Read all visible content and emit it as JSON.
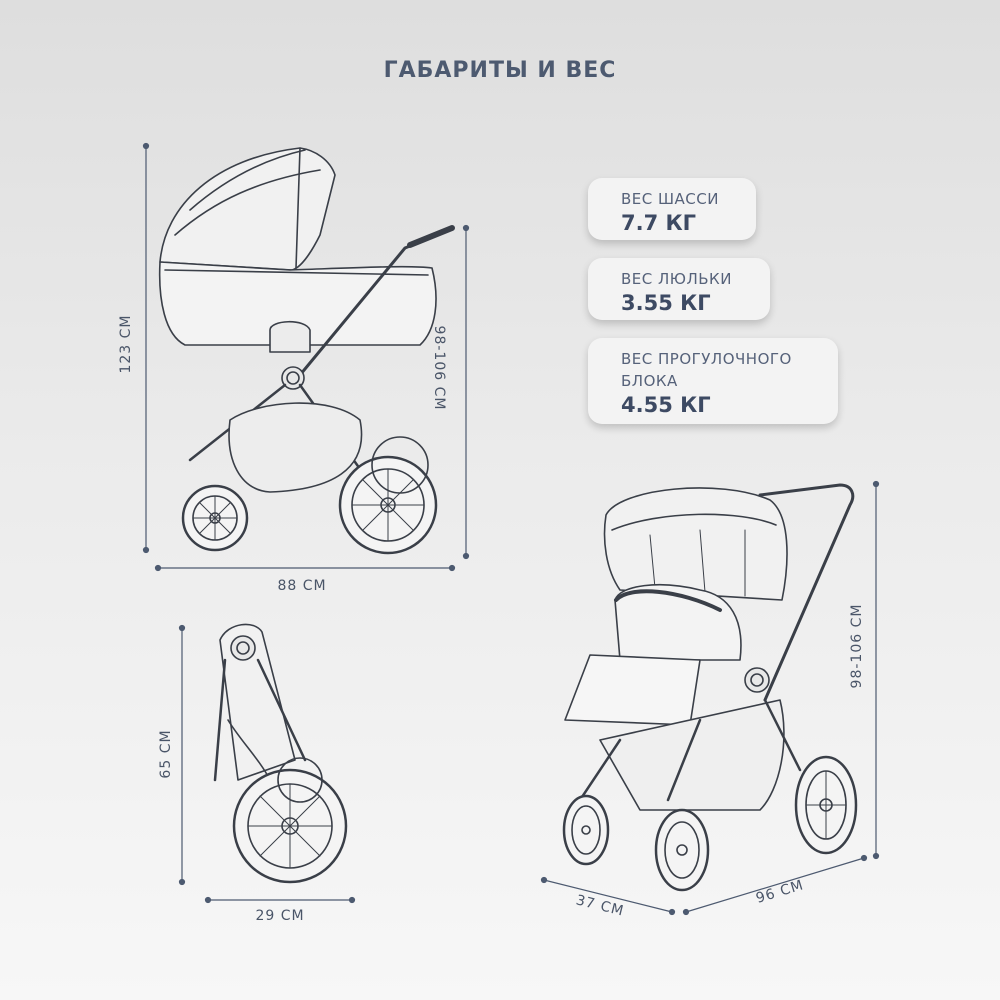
{
  "title": "ГАБАРИТЫ И ВЕС",
  "weights": [
    {
      "label": "ВЕС ШАССИ",
      "value": "7.7 КГ"
    },
    {
      "label": "ВЕС ЛЮЛЬКИ",
      "value": "3.55 КГ"
    },
    {
      "label": "ВЕС ПРОГУЛОЧНОГО БЛОКА",
      "value": "4.55 КГ"
    }
  ],
  "dimensions": {
    "carrycot_height": "123 СМ",
    "carrycot_handle_height": "98-106 СМ",
    "carrycot_length": "88 СМ",
    "folded_height": "65 СМ",
    "folded_width": "29 СМ",
    "stroller_height": "98-106 СМ",
    "stroller_width": "37 СМ",
    "stroller_length": "96 СМ"
  }
}
